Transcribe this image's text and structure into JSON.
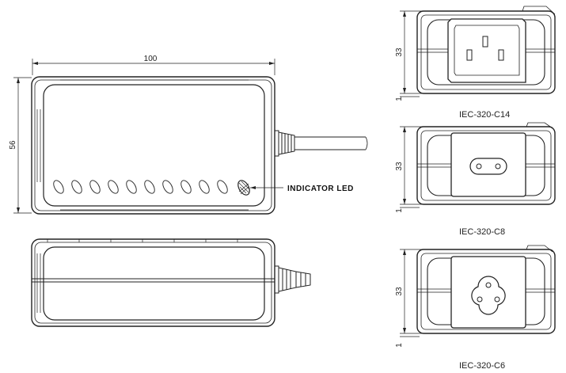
{
  "dimensions": {
    "width_top": "100",
    "height_left": "56",
    "connector_height": "33",
    "offset": "1"
  },
  "labels": {
    "indicator": "INDICATOR LED"
  },
  "connectors": [
    {
      "name": "IEC-320-C14"
    },
    {
      "name": "IEC-320-C8"
    },
    {
      "name": "IEC-320-C6"
    }
  ],
  "colors": {
    "line": "#222222",
    "background": "#ffffff"
  }
}
